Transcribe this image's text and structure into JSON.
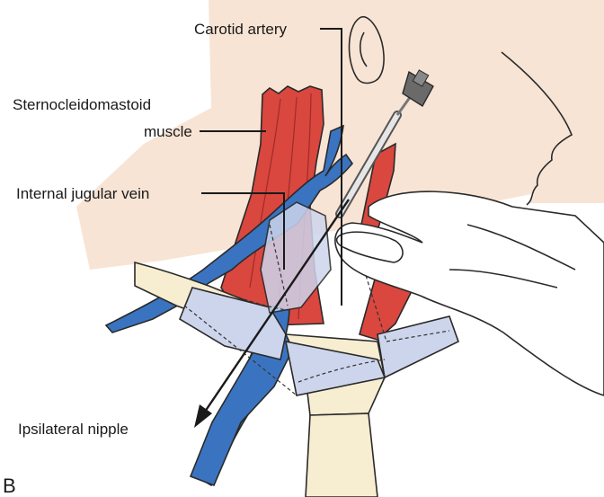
{
  "figure": {
    "panel_label": "B",
    "labels": {
      "carotid_artery": "Carotid artery",
      "scm_line1": "Sternocleidomastoid",
      "scm_line2": "muscle",
      "internal_jugular_vein": "Internal jugular vein",
      "ipsilateral_nipple": "Ipsilateral nipple"
    },
    "colors": {
      "skin": "#f8e4d4",
      "muscle": "#d9473f",
      "vein": "#3a74c0",
      "bone": "#f7edd0",
      "fascia": "#cdd5ec",
      "glove": "#ffffff"
    }
  }
}
